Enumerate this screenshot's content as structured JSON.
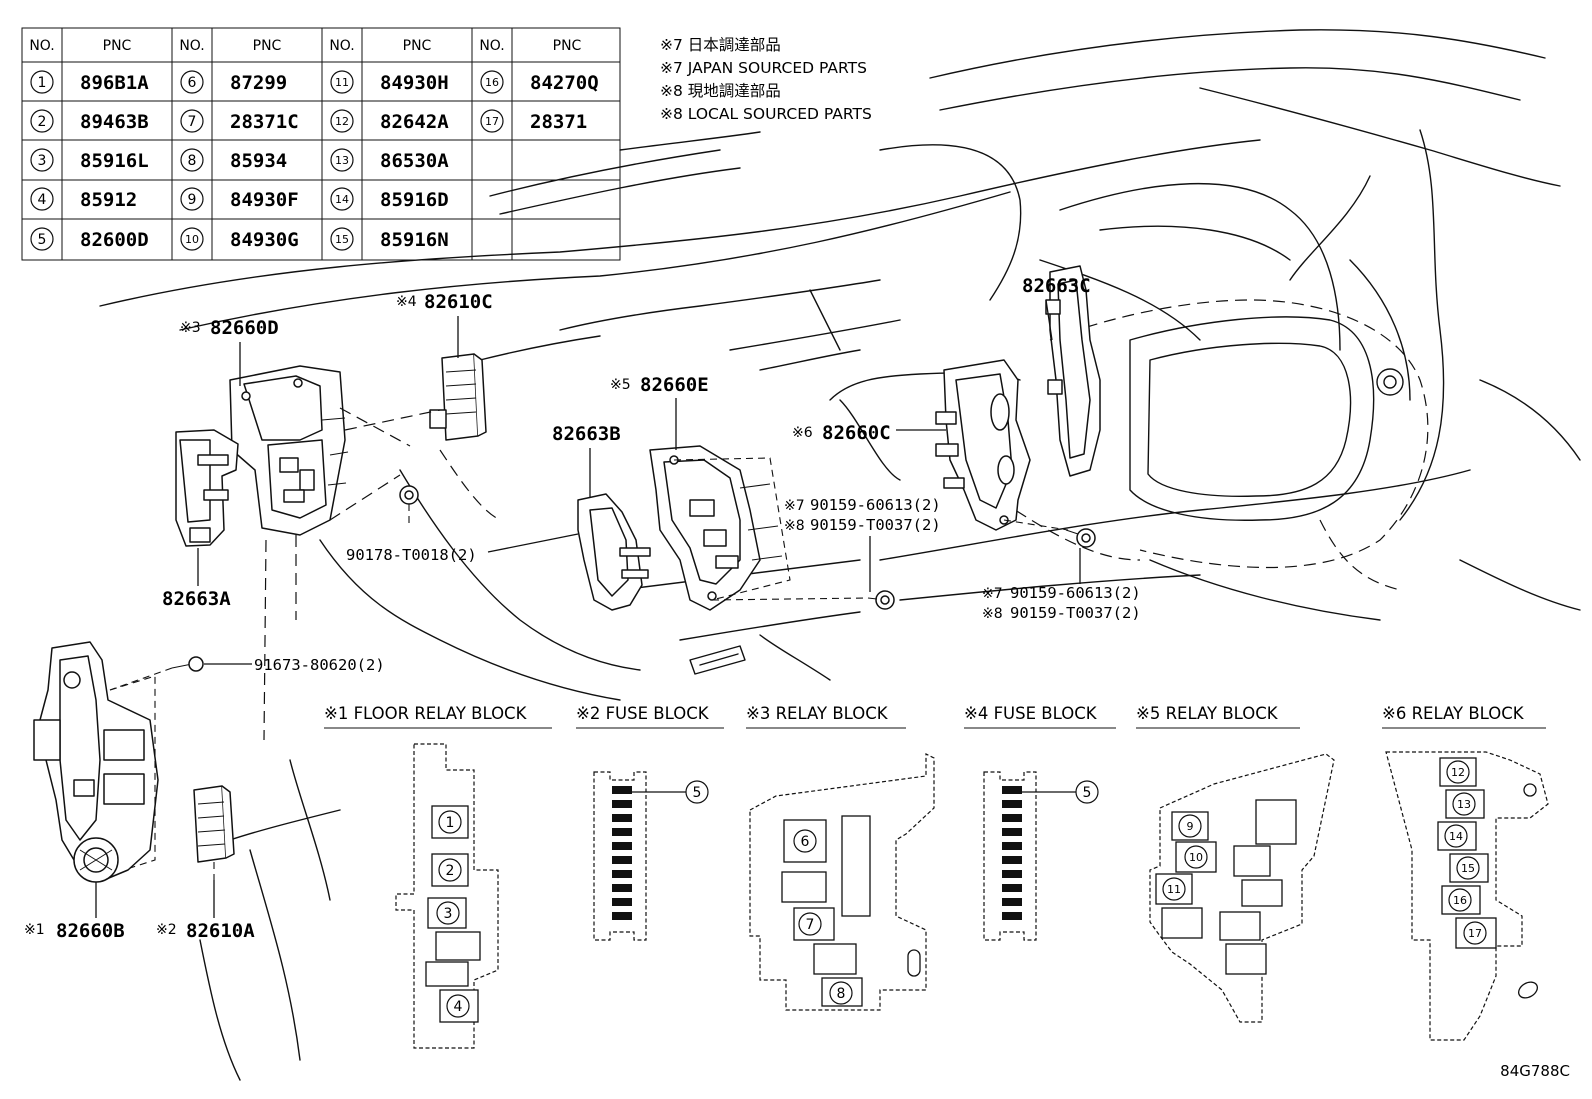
{
  "pnc_table": {
    "header_no": "NO.",
    "header_pnc": "PNC",
    "rows": [
      {
        "no": "1",
        "pnc": "896B1A"
      },
      {
        "no": "2",
        "pnc": "89463B"
      },
      {
        "no": "3",
        "pnc": "85916L"
      },
      {
        "no": "4",
        "pnc": "85912"
      },
      {
        "no": "5",
        "pnc": "82600D"
      },
      {
        "no": "6",
        "pnc": "87299"
      },
      {
        "no": "7",
        "pnc": "28371C"
      },
      {
        "no": "8",
        "pnc": "85934"
      },
      {
        "no": "9",
        "pnc": "84930F"
      },
      {
        "no": "10",
        "pnc": "84930G"
      },
      {
        "no": "11",
        "pnc": "84930H"
      },
      {
        "no": "12",
        "pnc": "82642A"
      },
      {
        "no": "13",
        "pnc": "86530A"
      },
      {
        "no": "14",
        "pnc": "85916D"
      },
      {
        "no": "15",
        "pnc": "85916N"
      },
      {
        "no": "16",
        "pnc": "84270Q"
      },
      {
        "no": "17",
        "pnc": "28371"
      }
    ]
  },
  "notes": [
    "※7 日本調達部品",
    "※7 JAPAN SOURCED PARTS",
    "※8 現地調達部品",
    "※8 LOCAL SOURCED PARTS"
  ],
  "parts": {
    "p82660D": {
      "mark": "※3",
      "code": "82660D"
    },
    "p82610C": {
      "mark": "※4",
      "code": "82610C"
    },
    "p82663A": {
      "code": "82663A"
    },
    "p90178": {
      "code": "90178-T0018(2)"
    },
    "p82660E": {
      "mark": "※5",
      "code": "82660E"
    },
    "p82663B": {
      "code": "82663B"
    },
    "p82663C": {
      "code": "82663C"
    },
    "p82660C": {
      "mark": "※6",
      "code": "82660C"
    },
    "p90159a": {
      "mark": "※7",
      "code": "90159-60613(2)"
    },
    "p90159b": {
      "mark": "※8",
      "code": "90159-T0037(2)"
    },
    "p90159c": {
      "mark": "※7",
      "code": "90159-60613(2)"
    },
    "p90159d": {
      "mark": "※8",
      "code": "90159-T0037(2)"
    },
    "p91673": {
      "code": "91673-80620(2)"
    },
    "p82660B": {
      "mark": "※1",
      "code": "82660B"
    },
    "p82610A": {
      "mark": "※2",
      "code": "82610A"
    }
  },
  "blocks": {
    "b1": "※1 FLOOR RELAY BLOCK",
    "b2": "※2 FUSE BLOCK",
    "b3": "※3 RELAY BLOCK",
    "b4": "※4 FUSE BLOCK",
    "b5": "※5 RELAY BLOCK",
    "b6": "※6 RELAY BLOCK"
  },
  "callout_numbers": [
    "1",
    "2",
    "3",
    "4",
    "5",
    "5",
    "6",
    "7",
    "8",
    "9",
    "10",
    "11",
    "12",
    "13",
    "14",
    "15",
    "16",
    "17"
  ],
  "drawing_code": "84G788C"
}
